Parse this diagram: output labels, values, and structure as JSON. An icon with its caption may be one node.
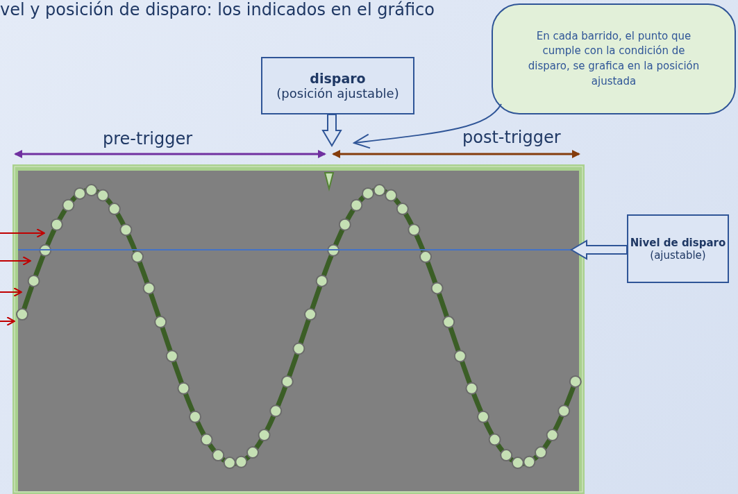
{
  "diagram": {
    "nodes": [
      {
        "text": [
          "disparo",
          "(posición ajustable)"
        ]
      },
      {
        "text": [
          "En cada barrido, el punto que cumple con la condición de disparo, se grafica en la posición ajustada"
        ]
      },
      {
        "text": [
          "Nivel de disparo",
          "(ajustable)"
        ]
      },
      {
        "text": [],
        "shape": "picture"
      }
    ],
    "edges": [
      {
        "from": 0,
        "to": null,
        "arrow": "to",
        "color": "#2f5597"
      },
      {
        "from": 1,
        "to": null,
        "arrow": "to",
        "color": "#2f5597"
      },
      {
        "from": 2,
        "to": 3,
        "arrow": "to",
        "color": "#2f5597"
      },
      {
        "from": null,
        "to": 3,
        "arrow": "to"
      },
      {
        "from": null,
        "to": 3,
        "arrow": "to"
      },
      {
        "from": null,
        "to": 3,
        "arrow": "to"
      },
      {
        "from": null,
        "to": 3,
        "arrow": "to"
      }
    ],
    "labels": [
      "vel y posición de disparo: los indicados en el gráfico",
      "pre-trigger",
      "post-trigger"
    ]
  }
}
